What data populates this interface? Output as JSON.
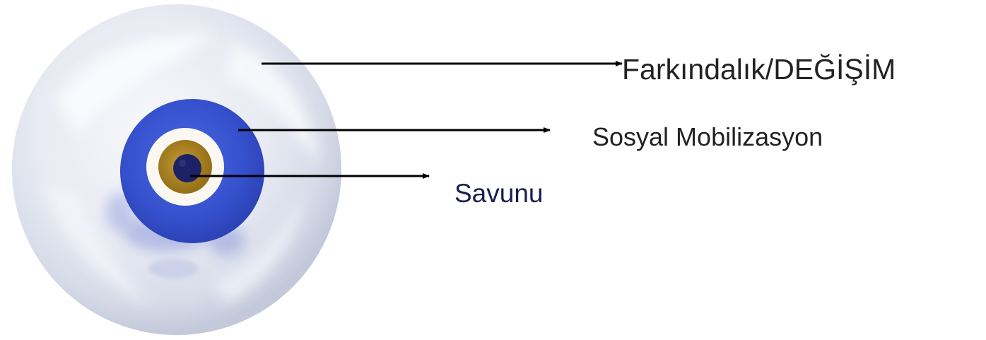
{
  "labels": {
    "outer": "Farkındalık/DEĞİŞİM",
    "middle": "Sosyal Mobilizasyon",
    "inner": "Savunu"
  },
  "colors": {
    "outer_glass": "#e6e9f2",
    "outer_glass_edge": "#c5cadb",
    "blue_ring": "#3a55cf",
    "white_ring": "#fbf8f2",
    "amber_ring": "#a8811e",
    "pupil": "#1d2266",
    "arrow": "#000000"
  },
  "icons": {
    "bead": "evil-eye-bead-icon"
  }
}
